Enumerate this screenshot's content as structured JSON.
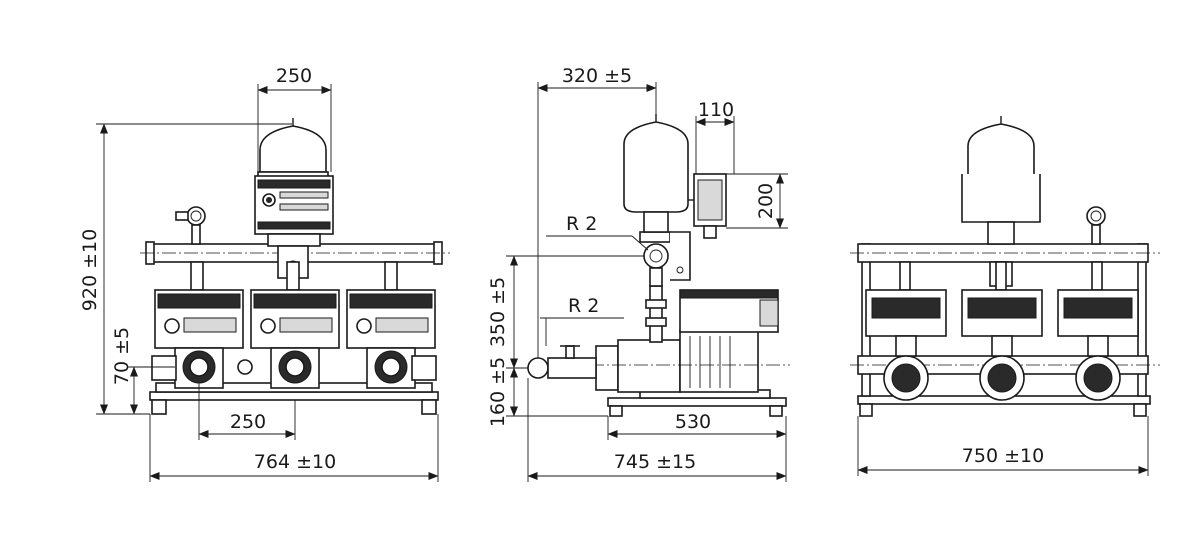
{
  "front_view": {
    "tank_width": "250",
    "height_total": "920 ±10",
    "base_height": "70 ±5",
    "pump_spacing": "250",
    "width_total": "764 ±10"
  },
  "side_view": {
    "depth_offset": "320 ±5",
    "control_width": "110",
    "control_height": "200",
    "thread_upper": "R 2",
    "thread_lower": "R 2",
    "pipe_height_upper": "350 ±5",
    "pipe_height_lower": "160 ±5",
    "frame_depth": "530",
    "depth_total": "745 ±15"
  },
  "rear_view": {
    "width_total": "750 ±10"
  }
}
